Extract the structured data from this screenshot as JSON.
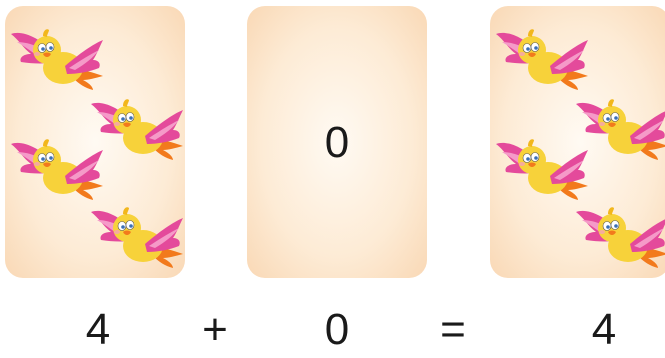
{
  "equation": {
    "left_number": "4",
    "operator": "+",
    "middle_number": "0",
    "equals": "=",
    "result_number": "4"
  },
  "cards": {
    "left": {
      "bird_count": 4
    },
    "middle": {
      "number": "0"
    },
    "right": {
      "bird_count": 4
    }
  },
  "colors": {
    "card_background": "#fdebd5",
    "bird_body": "#f7d23a",
    "bird_wing": "#e44a9b",
    "bird_tail": "#f27a1c",
    "text": "#1a1a1a"
  }
}
